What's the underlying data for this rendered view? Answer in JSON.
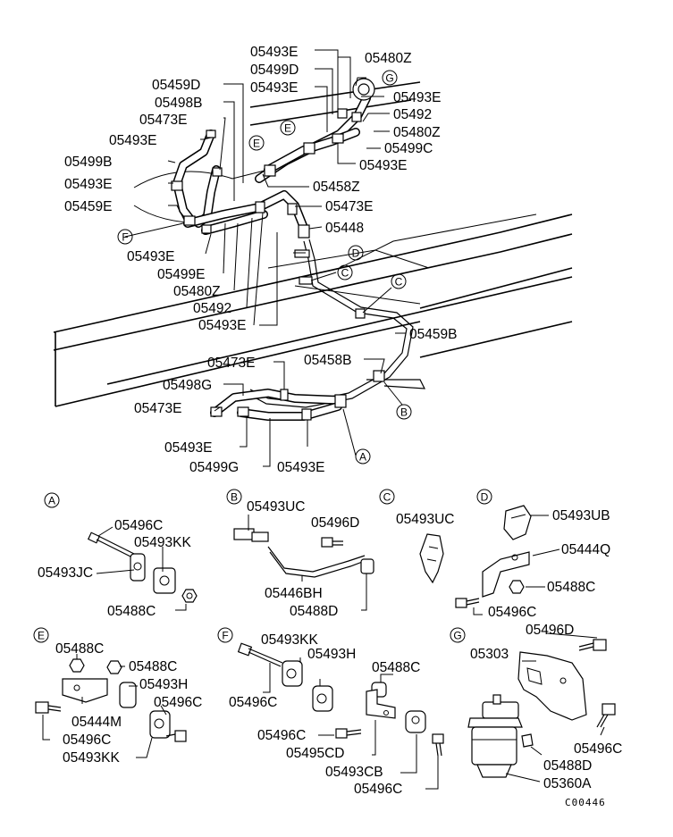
{
  "main_labels": {
    "l05493E_1": "05493E",
    "l05480Z_1": "05480Z",
    "l05499D": "05499D",
    "l05493E_2": "05493E",
    "l05459D": "05459D",
    "l05493E_3": "05493E",
    "l05498B": "05498B",
    "l05492_1": "05492",
    "l05473E_1": "05473E",
    "l05480Z_2": "05480Z",
    "l05499C": "05499C",
    "l05493E_4": "05493E",
    "l05493E_5": "05493E",
    "l05499B": "05499B",
    "l05493E_6": "05493E",
    "l05458Z": "05458Z",
    "l05459E": "05459E",
    "l05473E_2": "05473E",
    "l05448": "05448",
    "l05493E_7": "05493E",
    "l05499E": "05499E",
    "l05480Z_3": "05480Z",
    "l05492_2": "05492",
    "l05493E_8": "05493E",
    "l05459B": "05459B",
    "l05473E_3": "05473E",
    "l05458B": "05458B",
    "l05498G": "05498G",
    "l05473E_4": "05473E",
    "l05493E_9": "05493E",
    "l05499G": "05499G",
    "l05493E_10": "05493E"
  },
  "callouts": {
    "G": "G",
    "E1": "E",
    "E2": "E",
    "F": "F",
    "D": "D",
    "C": "C",
    "C2": "C",
    "B": "B",
    "A": "A"
  },
  "detail_A": {
    "letter": "A",
    "l05496C": "05496C",
    "l05493KK": "05493KK",
    "l05493JC": "05493JC",
    "l05488C": "05488C"
  },
  "detail_B": {
    "letter": "B",
    "l05493UC": "05493UC",
    "l05496D": "05496D",
    "l05446BH": "05446BH",
    "l05488D": "05488D"
  },
  "detail_C": {
    "letter": "C",
    "l05493UC": "05493UC"
  },
  "detail_D": {
    "letter": "D",
    "l05493UB": "05493UB",
    "l05444Q": "05444Q",
    "l05488C": "05488C",
    "l05496C": "05496C"
  },
  "detail_E": {
    "letter": "E",
    "l05488C_1": "05488C",
    "l05488C_2": "05488C",
    "l05493H": "05493H",
    "l05496C_1": "05496C",
    "l05444M": "05444M",
    "l05496C_2": "05496C",
    "l05493KK": "05493KK"
  },
  "detail_F": {
    "letter": "F",
    "l05493KK": "05493KK",
    "l05493H": "05493H",
    "l05496C": "05496C"
  },
  "detail_extra": {
    "l05488C": "05488C",
    "l05496C_1": "05496C",
    "l05495CD": "05495CD",
    "l05493CB": "05493CB",
    "l05496C_2": "05496C"
  },
  "detail_G": {
    "letter": "G",
    "l05496D": "05496D",
    "l05303": "05303",
    "l05496C": "05496C",
    "l05488D": "05488D",
    "l05360A": "05360A"
  },
  "figure_code": "C00446"
}
